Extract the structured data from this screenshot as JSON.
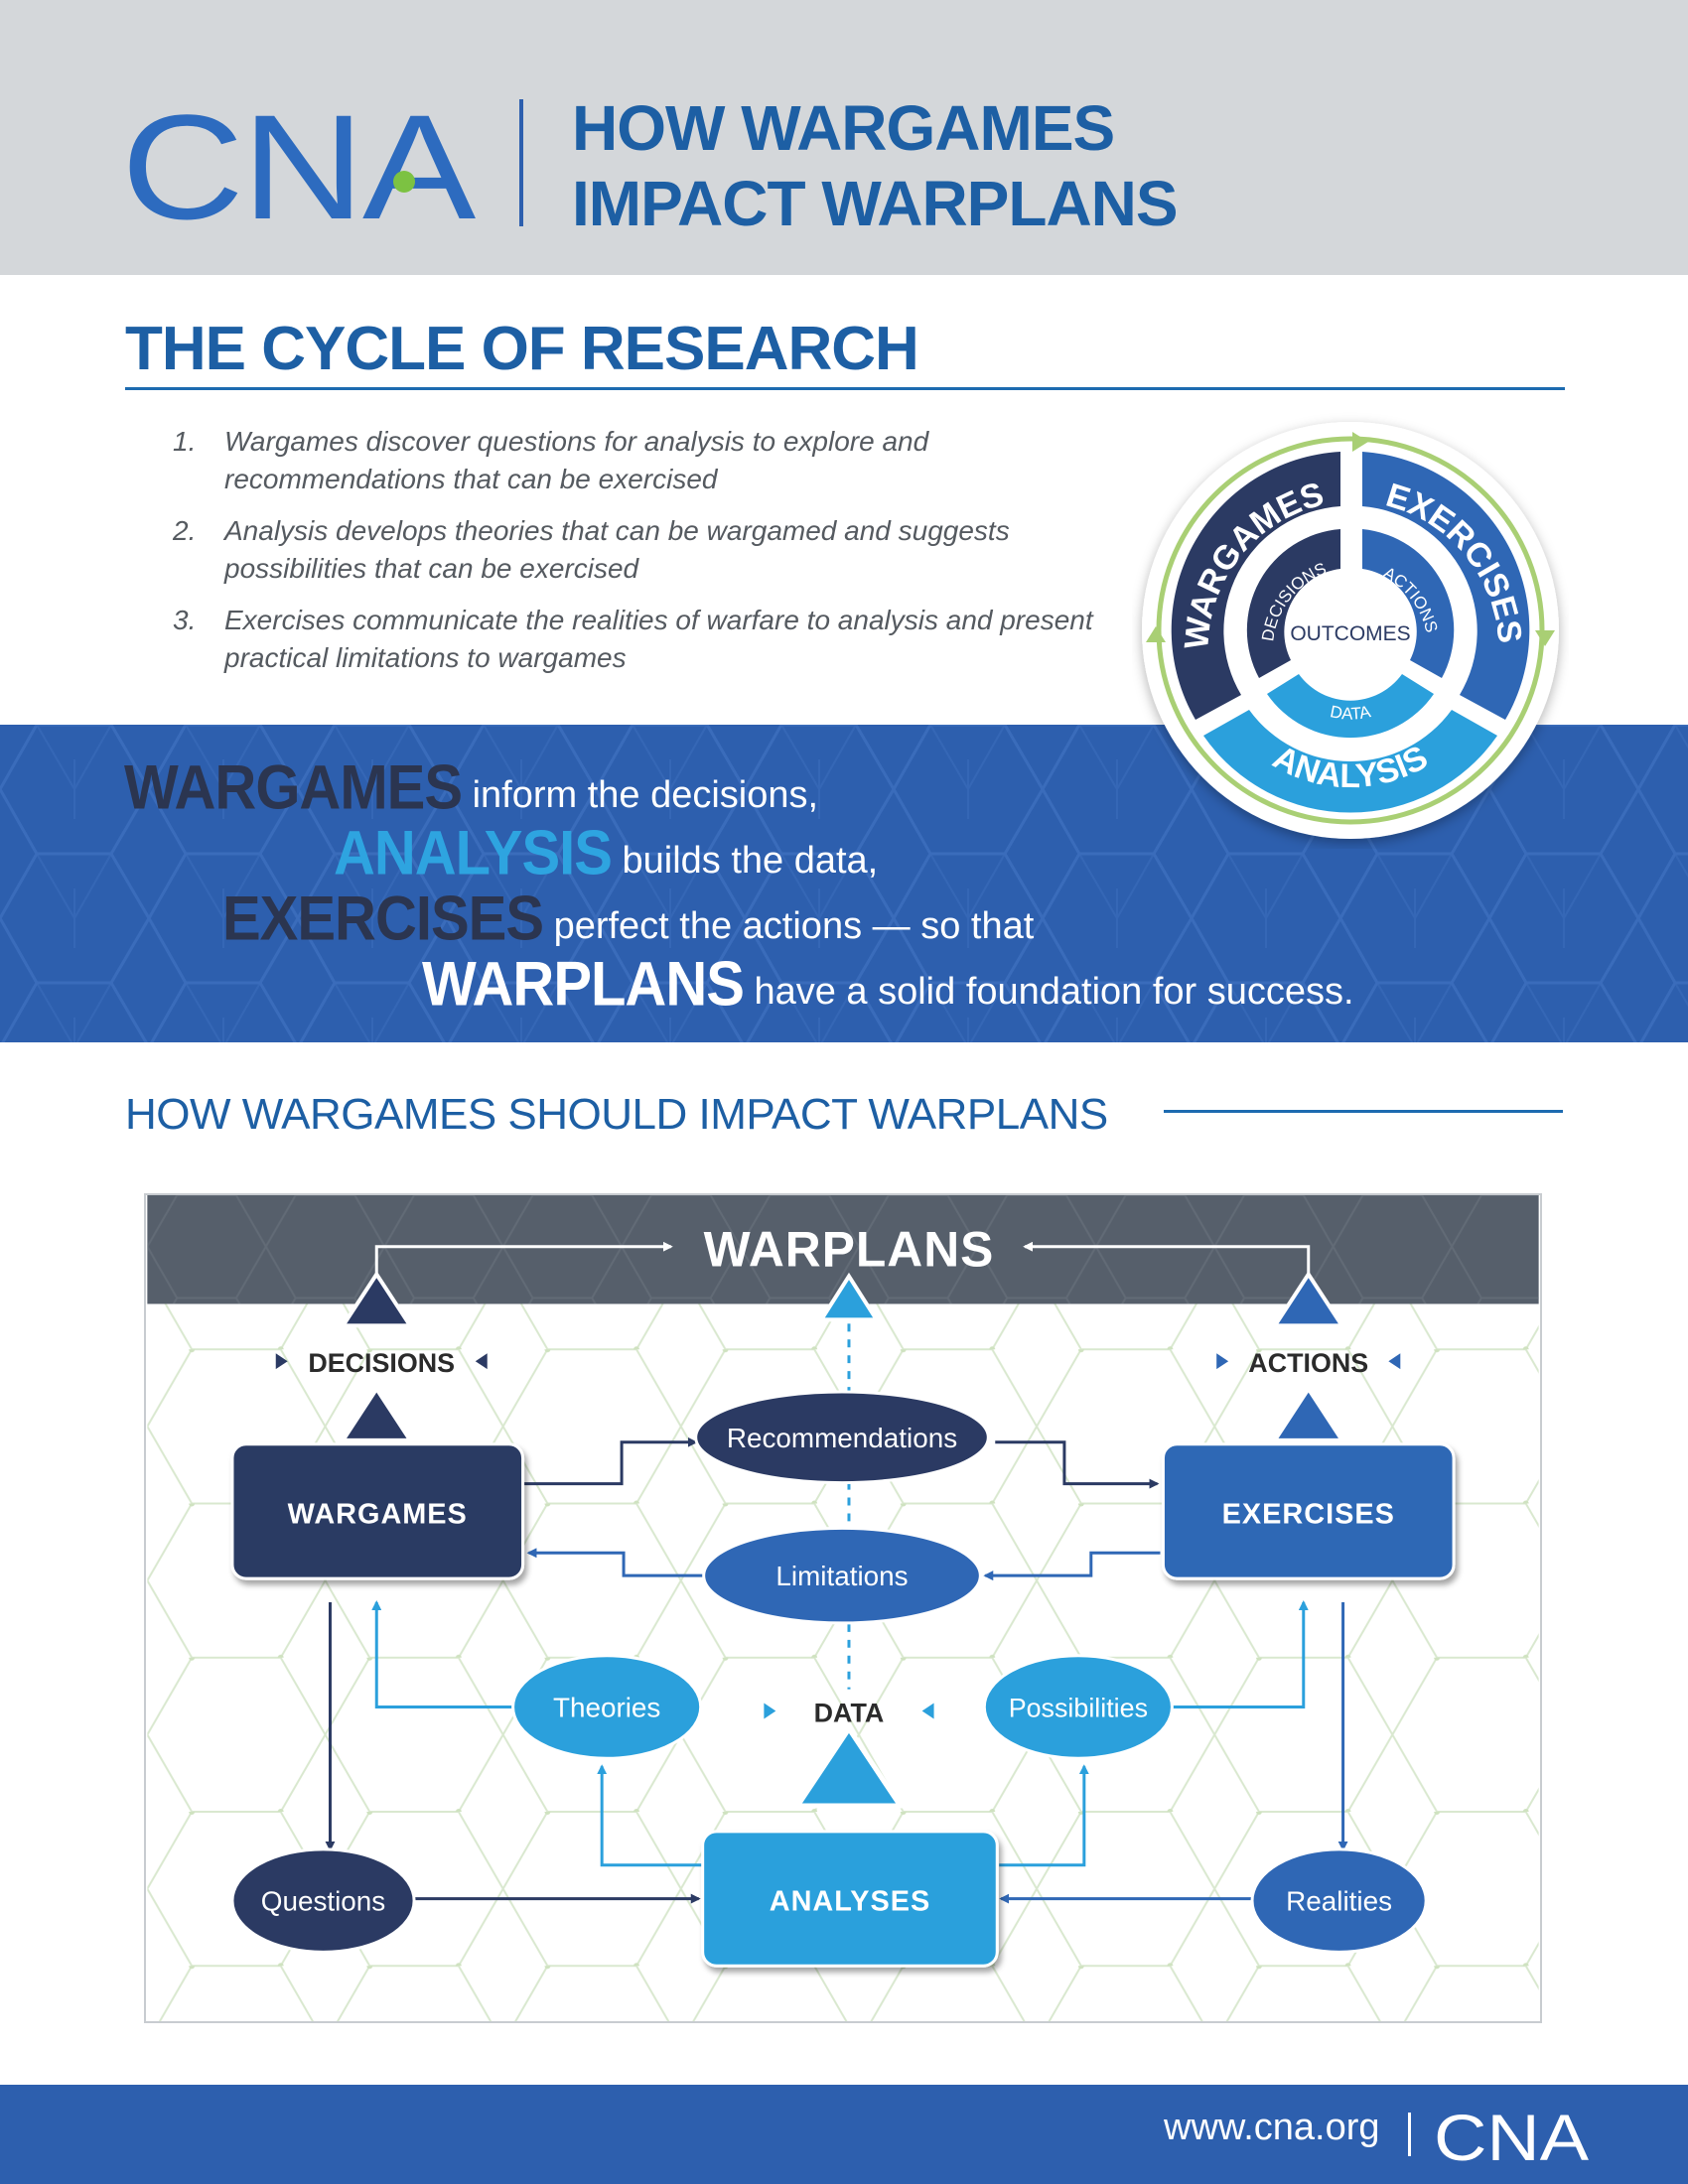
{
  "header": {
    "logo_text": "CNA",
    "title_line1": "HOW WARGAMES",
    "title_line2": "IMPACT WARPLANS"
  },
  "cycle_section": {
    "title": "THE CYCLE OF RESEARCH",
    "items": [
      {
        "num": "1.",
        "text": "Wargames discover questions for analysis to explore and recommendations that can be exercised"
      },
      {
        "num": "2.",
        "text": "Analysis develops theories that can be wargamed and suggests possibilities that can be exercised"
      },
      {
        "num": "3.",
        "text": "Exercises communicate the realities of warfare to analysis and present practical limitations to wargames"
      }
    ],
    "wheel": {
      "outer": [
        "WARGAMES",
        "EXERCISES",
        "ANALYSIS"
      ],
      "inner": [
        "DECISIONS",
        "ACTIONS",
        "DATA"
      ],
      "center": "OUTCOMES"
    }
  },
  "banner": {
    "line1": {
      "kw": "WARGAMES",
      "rest": "inform the decisions,"
    },
    "line2": {
      "kw": "ANALYSIS",
      "rest": "builds the data,"
    },
    "line3": {
      "kw": "EXERCISES",
      "rest": "perfect the actions — so that"
    },
    "line4": {
      "kw": "WARPLANS",
      "rest": "have a solid foundation for success."
    }
  },
  "section2": {
    "title": "HOW WARGAMES SHOULD IMPACT WARPLANS"
  },
  "diagram": {
    "warplans": "WARPLANS",
    "decisions": "DECISIONS",
    "actions": "ACTIONS",
    "data": "DATA",
    "wargames": "WARGAMES",
    "exercises": "EXERCISES",
    "analyses": "ANALYSES",
    "recommendations": "Recommendations",
    "limitations": "Limitations",
    "theories": "Theories",
    "possibilities": "Possibilities",
    "questions": "Questions",
    "realities": "Realities"
  },
  "footer": {
    "url": "www.cna.org",
    "logo_text": "CNA"
  },
  "colors": {
    "brand_blue": "#2d5fae",
    "title_blue": "#1d5fa4",
    "navy": "#2b3a63",
    "mid_blue": "#2f67b5",
    "light_blue": "#2ba0dc",
    "slate": "#565f6b",
    "green_ring": "#a9cf74"
  }
}
